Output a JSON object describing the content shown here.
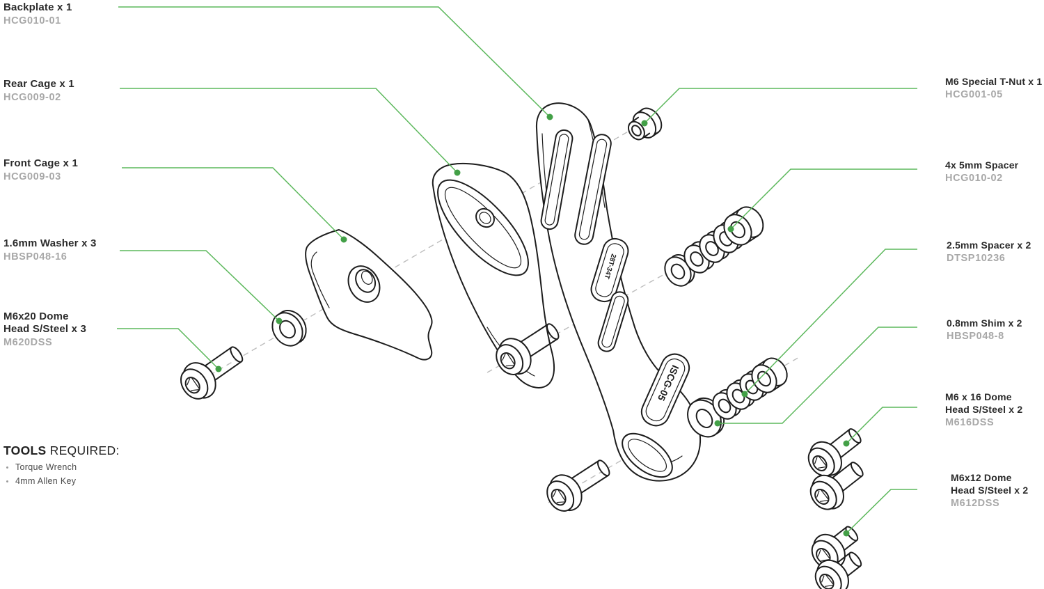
{
  "colors": {
    "leader": "#5cb85c",
    "leader_dot": "#43a047",
    "drawing_line": "#1d1d1d",
    "axis_dash": "#bdbdbd",
    "title_text": "#2b2b2b",
    "part_number_text": "#a8a8a8"
  },
  "labels": {
    "left": [
      {
        "line1": "Backplate x 1",
        "line2": "",
        "pn": "HCG010-01"
      },
      {
        "line1": "Rear Cage x 1",
        "line2": "",
        "pn": "HCG009-02"
      },
      {
        "line1": "Front Cage x 1",
        "line2": "",
        "pn": "HCG009-03"
      },
      {
        "line1": "1.6mm Washer x 3",
        "line2": "",
        "pn": "HBSP048-16"
      },
      {
        "line1": "M6x20 Dome",
        "line2": "Head S/Steel x 3",
        "pn": "M620DSS"
      }
    ],
    "right": [
      {
        "line1": "M6 Special T-Nut x 1",
        "line2": "",
        "pn": "HCG001-05"
      },
      {
        "line1": "4x 5mm Spacer",
        "line2": "",
        "pn": "HCG010-02"
      },
      {
        "line1": "2.5mm Spacer x 2",
        "line2": "",
        "pn": "DTSP10236"
      },
      {
        "line1": "0.8mm Shim x 2",
        "line2": "",
        "pn": "HBSP048-8"
      },
      {
        "line1": "M6 x 16 Dome",
        "line2": "Head S/Steel  x 2",
        "pn": "M616DSS"
      },
      {
        "line1": "M6x12 Dome",
        "line2": "Head S/Steel x 2",
        "pn": "M612DSS"
      }
    ]
  },
  "tools": {
    "heading_strong": "TOOLS",
    "heading_rest": " REQUIRED:",
    "items": [
      "Torque Wrench",
      "4mm Allen Key"
    ]
  },
  "engravings": {
    "iscg": "ISCG-05",
    "range": "28T-34T"
  }
}
